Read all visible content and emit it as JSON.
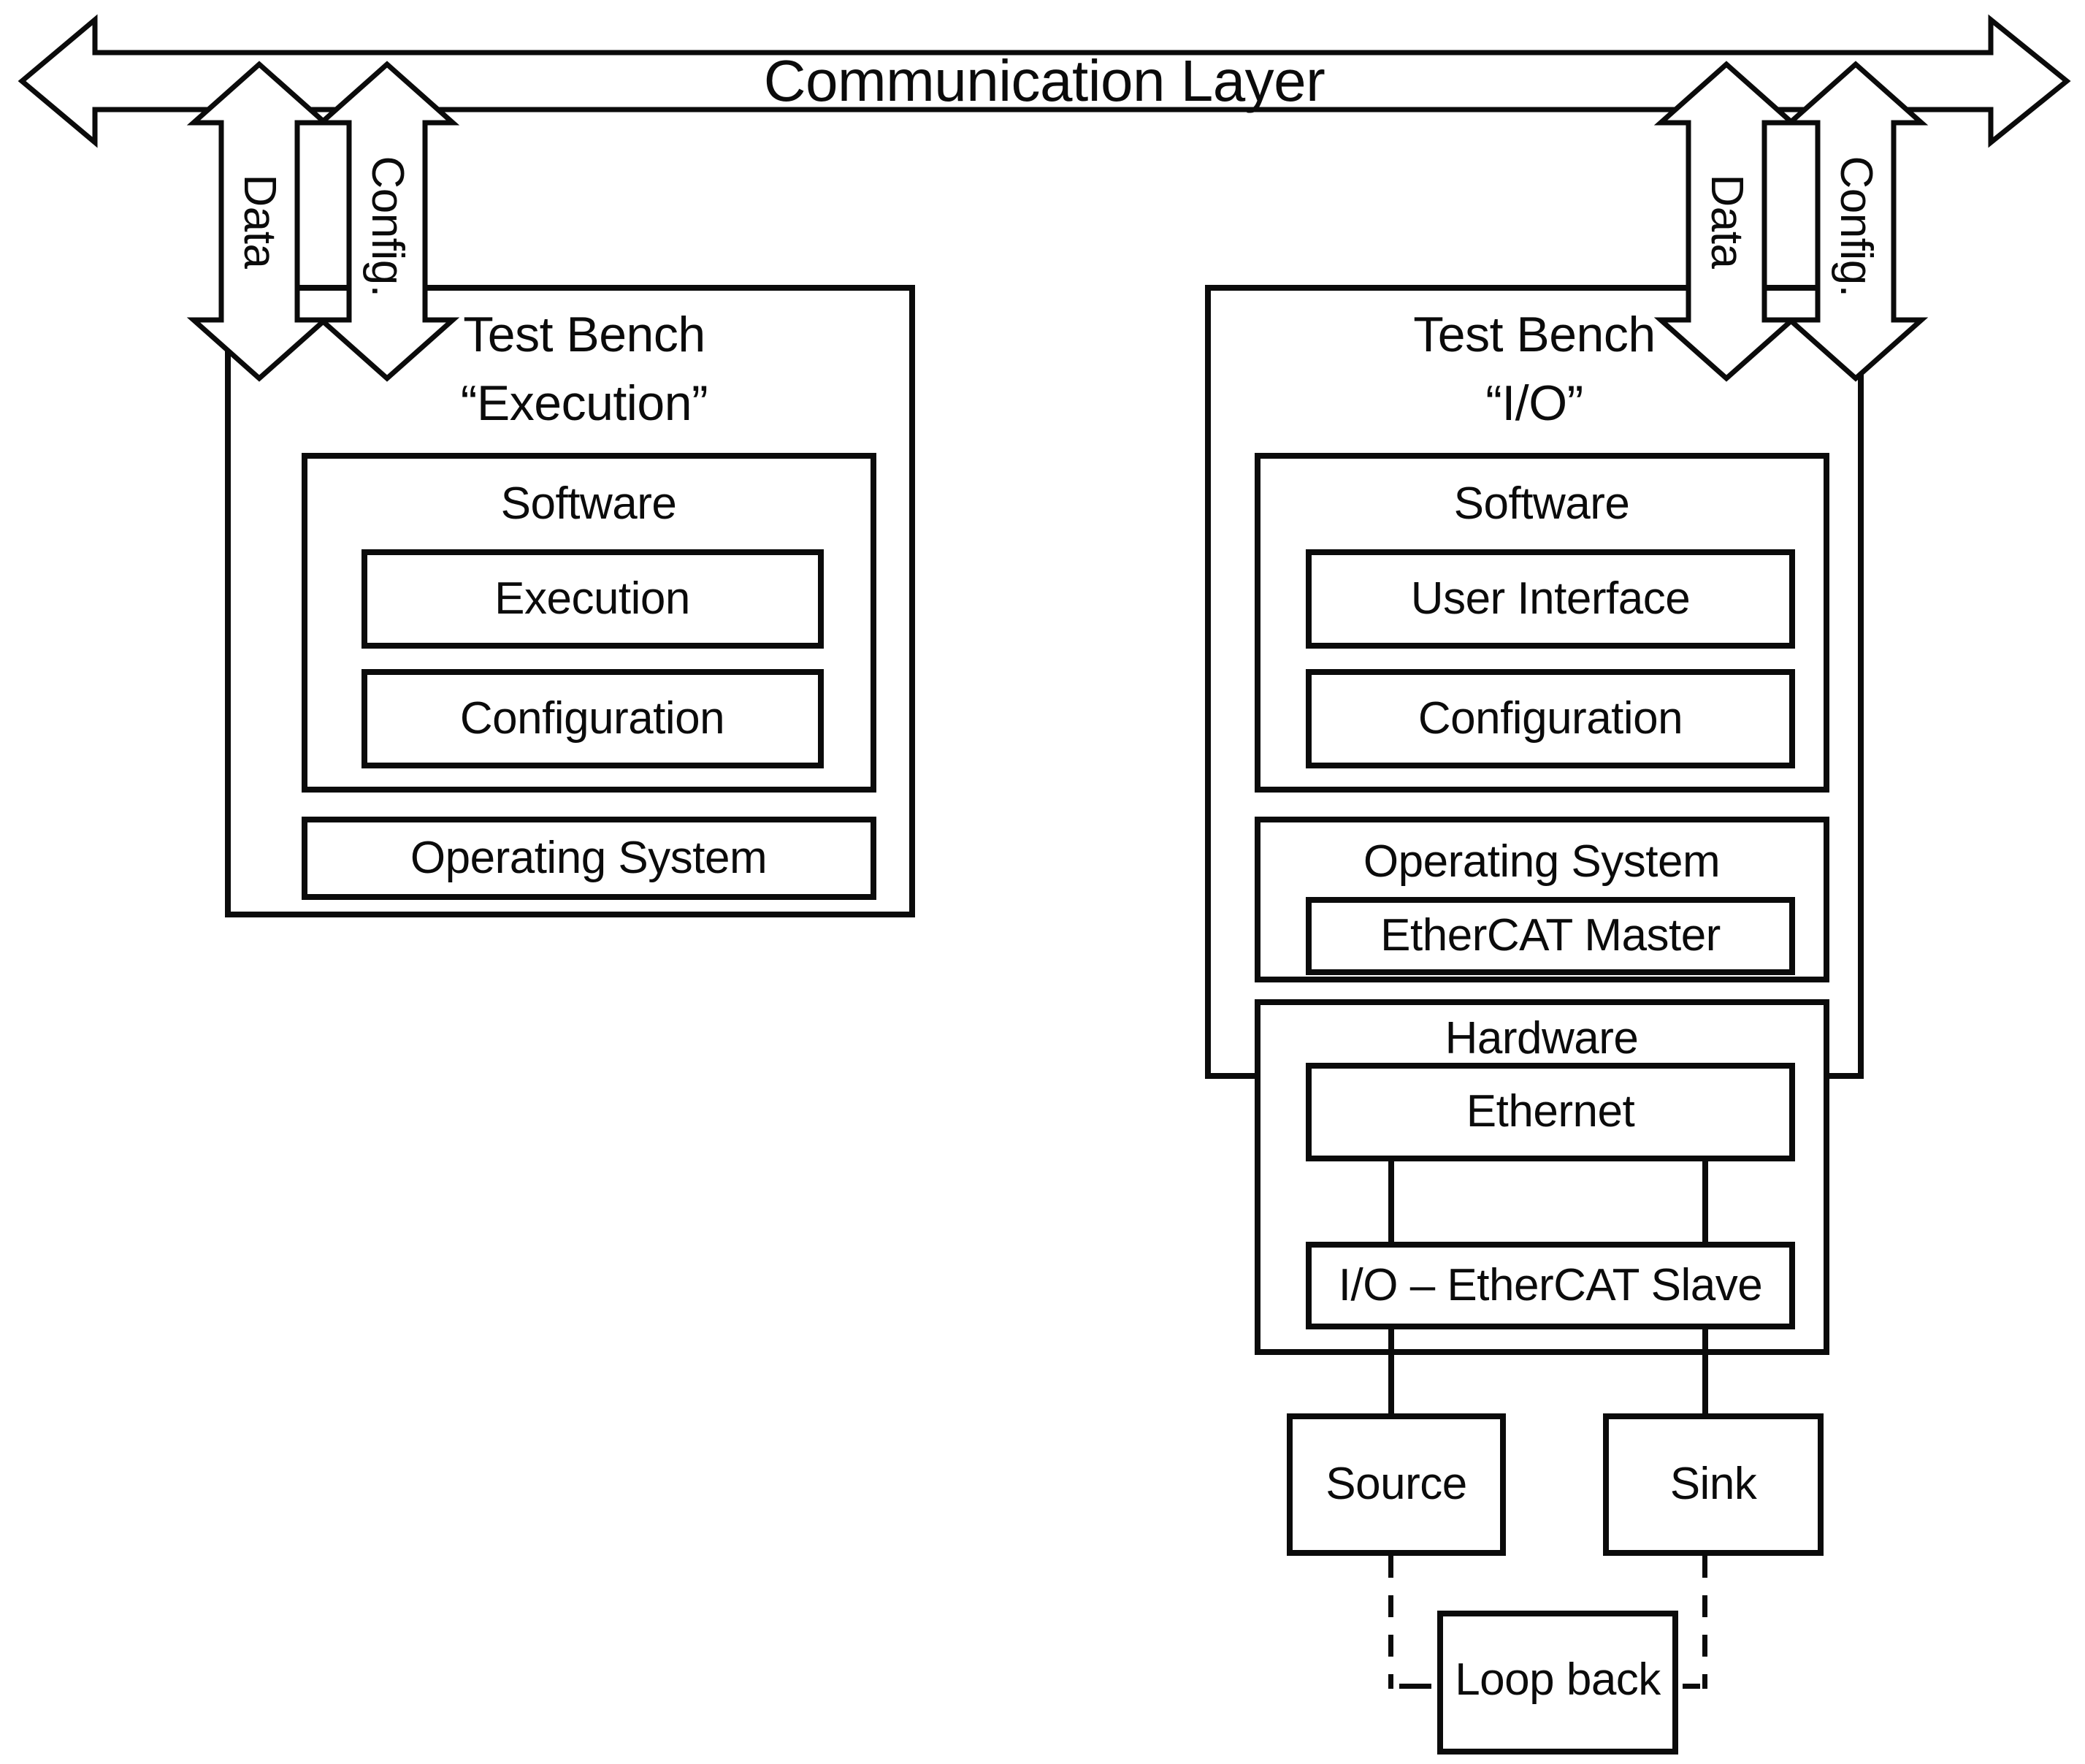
{
  "communication_layer": {
    "label": "Communication Layer"
  },
  "arrows": {
    "data_label": "Data",
    "config_label": "Config."
  },
  "benches": {
    "execution": {
      "title_line1": "Test Bench",
      "title_line2": "“Execution”",
      "software_label": "Software",
      "execution_label": "Execution",
      "configuration_label": "Configuration",
      "os_label": "Operating System"
    },
    "io": {
      "title_line1": "Test Bench",
      "title_line2": "“I/O”",
      "software_label": "Software",
      "user_interface_label": "User Interface",
      "configuration_label": "Configuration",
      "os_label": "Operating System",
      "ethercat_master_label": "EtherCAT Master",
      "hardware_label": "Hardware",
      "ethernet_label": "Ethernet",
      "io_slave_label": "I/O – EtherCAT Slave",
      "source_label": "Source",
      "sink_label": "Sink",
      "loopback_label": "Loop back"
    }
  },
  "colors": {
    "ink": "#0b0b0b",
    "paper": "#ffffff"
  }
}
